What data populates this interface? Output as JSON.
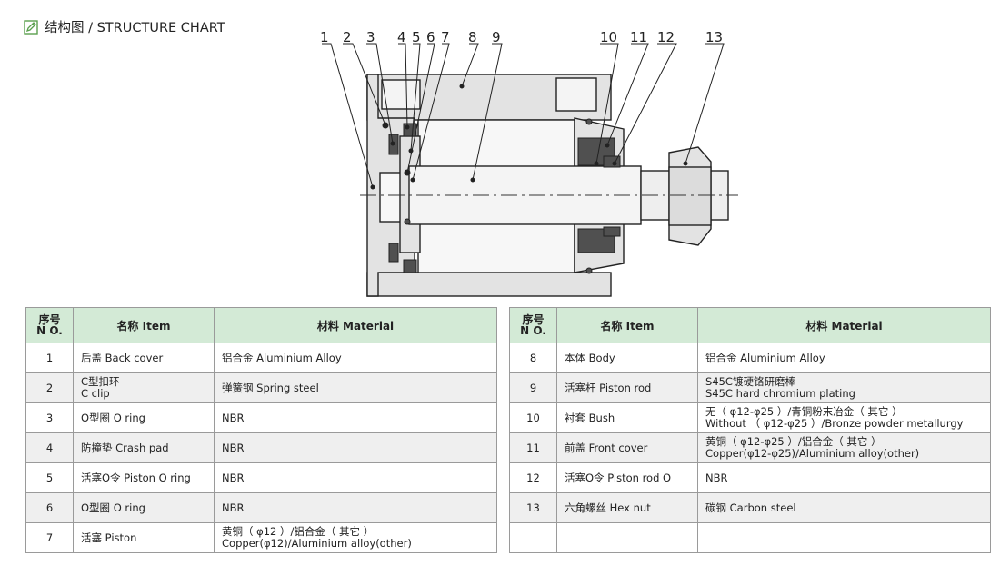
{
  "title": "结构图 / STRUCTURE CHART",
  "callouts": [
    "1",
    "2",
    "3",
    "4",
    "5",
    "6",
    "7",
    "8",
    "9",
    "10",
    "11",
    "12",
    "13"
  ],
  "headers": {
    "no_cn": "序号",
    "no_en": "N O.",
    "item": "名称 Item",
    "material": "材料 Material"
  },
  "left_rows": [
    {
      "no": "1",
      "item": "后盖 Back cover",
      "material": "铝合金 Aluminium Alloy"
    },
    {
      "no": "2",
      "item": "C型扣环",
      "item2": "C clip",
      "material": "弹簧钢 Spring steel"
    },
    {
      "no": "3",
      "item": "O型圈 O ring",
      "material": "NBR"
    },
    {
      "no": "4",
      "item": "防撞垫 Crash pad",
      "material": "NBR"
    },
    {
      "no": "5",
      "item": "活塞O令 Piston O ring",
      "material": "NBR"
    },
    {
      "no": "6",
      "item": "O型圈 O ring",
      "material": "NBR"
    },
    {
      "no": "7",
      "item": "活塞 Piston",
      "material": "黄铜（ φ12 ）/铝合金（ 其它 ）",
      "material2": "Copper(φ12)/Aluminium alloy(other)"
    }
  ],
  "right_rows": [
    {
      "no": "8",
      "item": "本体 Body",
      "material": "铝合金 Aluminium Alloy"
    },
    {
      "no": "9",
      "item": "活塞杆 Piston rod",
      "material": "S45C镀硬铬研磨棒",
      "material2": "S45C hard chromium plating"
    },
    {
      "no": "10",
      "item": "衬套 Bush",
      "material": "无（ φ12-φ25 ）/青铜粉末冶金（ 其它 ）",
      "material2": "Without （ φ12-φ25 ）/Bronze powder metallurgy"
    },
    {
      "no": "11",
      "item": "前盖 Front cover",
      "material": "黄铜（ φ12-φ25 ）/铝合金（ 其它 ）",
      "material2": "Copper(φ12-φ25)/Aluminium alloy(other)"
    },
    {
      "no": "12",
      "item": "活塞O令 Piston rod O",
      "material": "NBR"
    },
    {
      "no": "13",
      "item": "六角螺丝 Hex nut",
      "material": "碳钢 Carbon steel"
    },
    {
      "no": "",
      "item": "",
      "material": ""
    }
  ],
  "colors": {
    "header_bg": "#d3ead6",
    "stripe_bg": "#efefef",
    "part_fill": "#e3e3e3",
    "seal_fill": "#505050",
    "line": "#222222",
    "icon": "#5aa04e"
  }
}
